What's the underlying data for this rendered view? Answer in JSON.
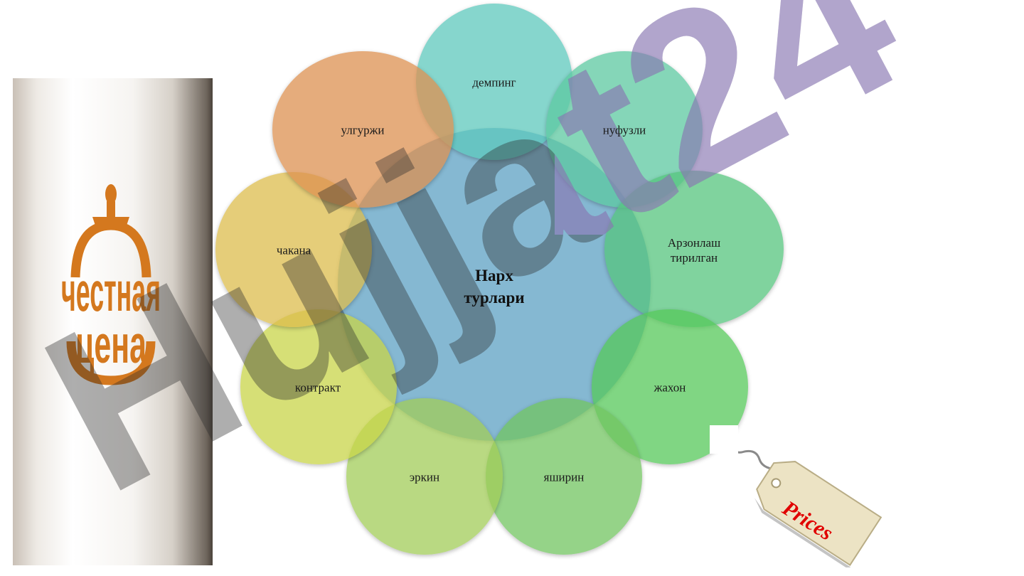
{
  "logo": {
    "line1": "честная",
    "line2": "цена",
    "color": "#d4781e"
  },
  "diagram": {
    "center": {
      "label": "Нарх\nтурлари",
      "color": "#6aa8c8"
    },
    "petals": [
      {
        "id": "demping",
        "label": "демпинг",
        "color": "#5ec8bc"
      },
      {
        "id": "nufuzli",
        "label": "нуфузли",
        "color": "#5cc8a0"
      },
      {
        "id": "arzonlash",
        "label": "Арзонлаш\nтирилган",
        "color": "#55c47e"
      },
      {
        "id": "jahon",
        "label": "жахон",
        "color": "#56c85a"
      },
      {
        "id": "yashirin",
        "label": "яширин",
        "color": "#72c460"
      },
      {
        "id": "erkin",
        "label": "эркин",
        "color": "#a2cc58"
      },
      {
        "id": "kontrakt",
        "label": "контракт",
        "color": "#c8d448"
      },
      {
        "id": "chakana",
        "label": "чакана",
        "color": "#dcbc4c"
      },
      {
        "id": "ulgurji",
        "label": "улгуржи",
        "color": "#dc9050"
      }
    ]
  },
  "watermark": {
    "text": "Hujjat24"
  },
  "price_tag": {
    "text": "Prices",
    "text_color": "#e00000"
  }
}
